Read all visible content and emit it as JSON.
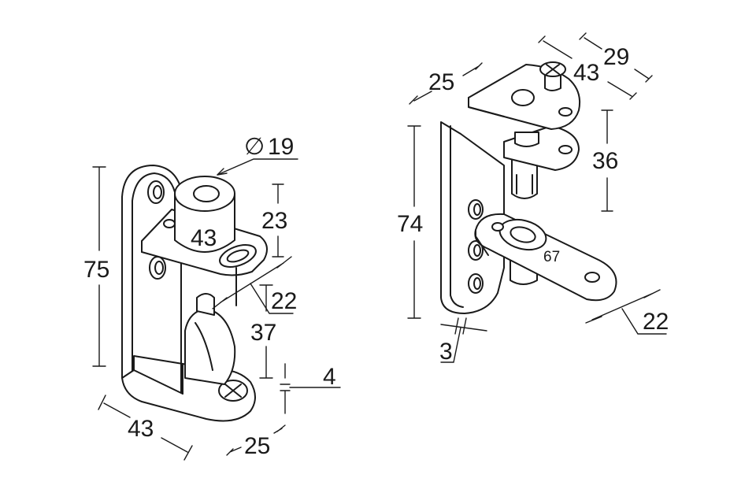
{
  "left_hinge": {
    "diameter_symbol": "∅",
    "diameter_value": "19",
    "dim_height_total": "75",
    "dim_pin_height": "23",
    "dim_plate_offset": "43",
    "dim_plate_width": "22",
    "dim_gap": "37",
    "dim_plate_thickness": "4",
    "dim_base_width": "43",
    "dim_base_depth": "25"
  },
  "right_hinge": {
    "dim_top_depth": "25",
    "dim_top_offset": "43",
    "dim_top_width": "29",
    "dim_height_total": "74",
    "dim_gap": "36",
    "dim_arm_length": "67",
    "dim_thickness": "3",
    "dim_arm_width": "22"
  }
}
